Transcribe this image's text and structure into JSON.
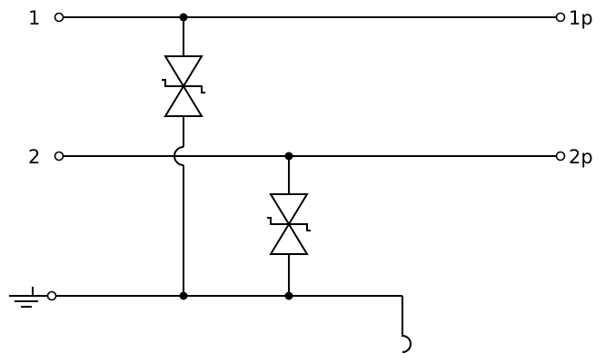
{
  "terminals": {
    "in1": "1",
    "in2": "2",
    "out1": "1p",
    "out2": "2p"
  },
  "symbols": {
    "tvs_diodes": [
      "bidirectional-tvs-diode",
      "bidirectional-tvs-diode"
    ],
    "ground": "ground-icon",
    "crossover": "wire-crossover-hop"
  },
  "colors": {
    "line": "#000000",
    "background": "#ffffff"
  }
}
